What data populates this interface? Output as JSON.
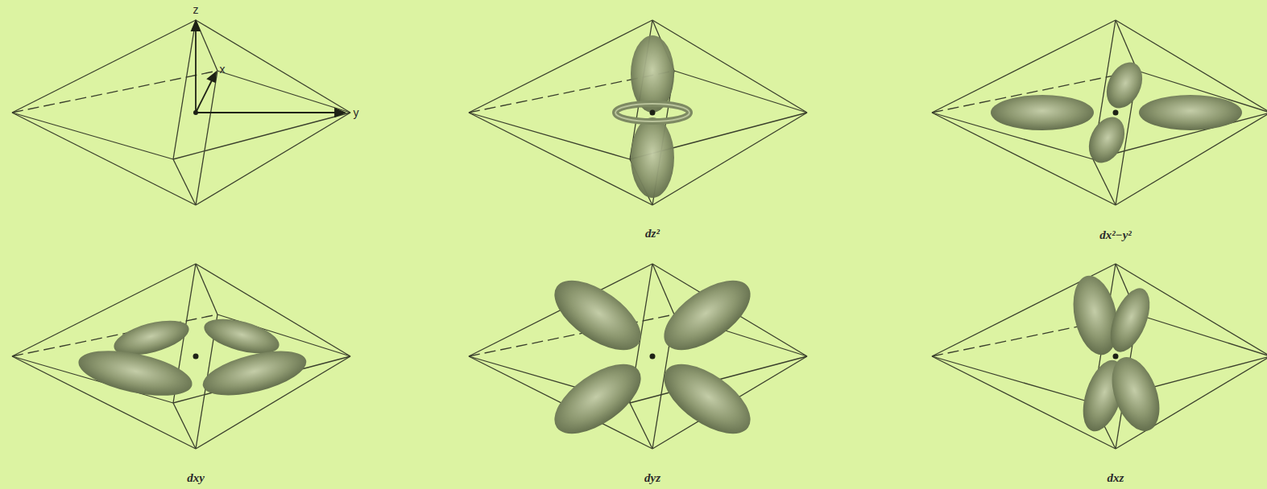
{
  "diagram": {
    "labels": [
      "z",
      "x",
      "y",
      "dz²",
      "dx²−y²",
      "dxy",
      "dyz",
      "dxz"
    ]
  }
}
